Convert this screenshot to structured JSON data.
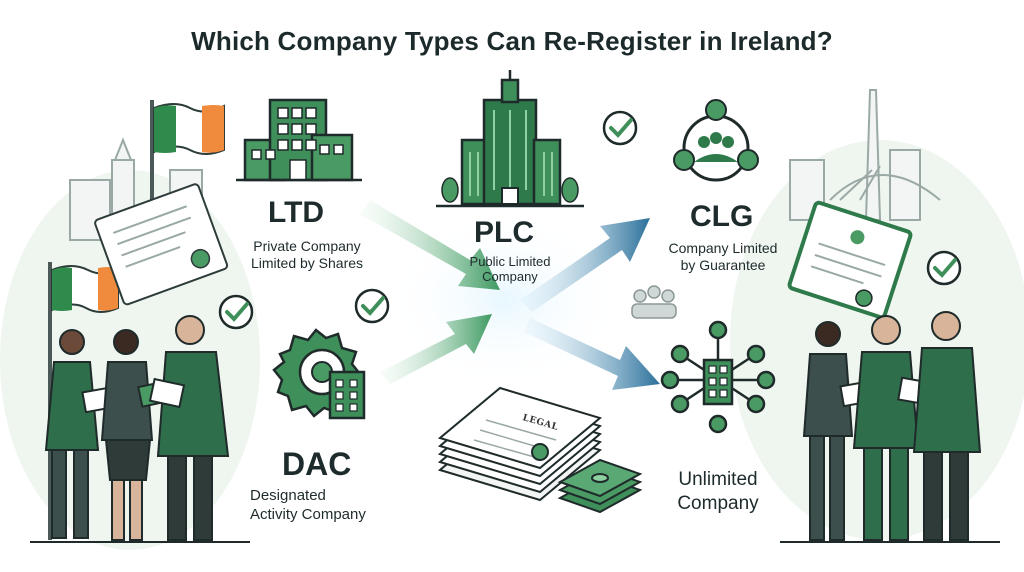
{
  "title": "Which Company Types Can Re-Register in Ireland?",
  "company_types": {
    "ltd": {
      "abbr": "LTD",
      "line1": "Private Company",
      "line2": "Limited by Shares"
    },
    "plc": {
      "abbr": "PLC",
      "line1": "Public Limited",
      "line2": "Company"
    },
    "clg": {
      "abbr": "CLG",
      "line1": "Company Limited",
      "line2": "by Guarantee"
    },
    "dac": {
      "abbr": "DAC",
      "line1": "Designated",
      "line2": "Activity Company"
    },
    "unlimited": {
      "line1": "Unlimited",
      "line2": "Company"
    }
  },
  "document_label": "LEGAL",
  "colors": {
    "green_dark": "#2f7a4a",
    "green_mid": "#4a9a64",
    "green_light": "#8fd0a0",
    "navy": "#1f4e6e",
    "blue": "#3d8fbf",
    "irish_orange": "#f08a3c",
    "irish_green": "#2e8b4c"
  },
  "icons": [
    "irish-flag-icon",
    "office-building-icon",
    "skyscraper-icon",
    "people-network-icon",
    "gear-building-icon",
    "network-building-icon",
    "check-icon",
    "certificate-icon",
    "legal-documents-icon",
    "money-stack-icon"
  ]
}
